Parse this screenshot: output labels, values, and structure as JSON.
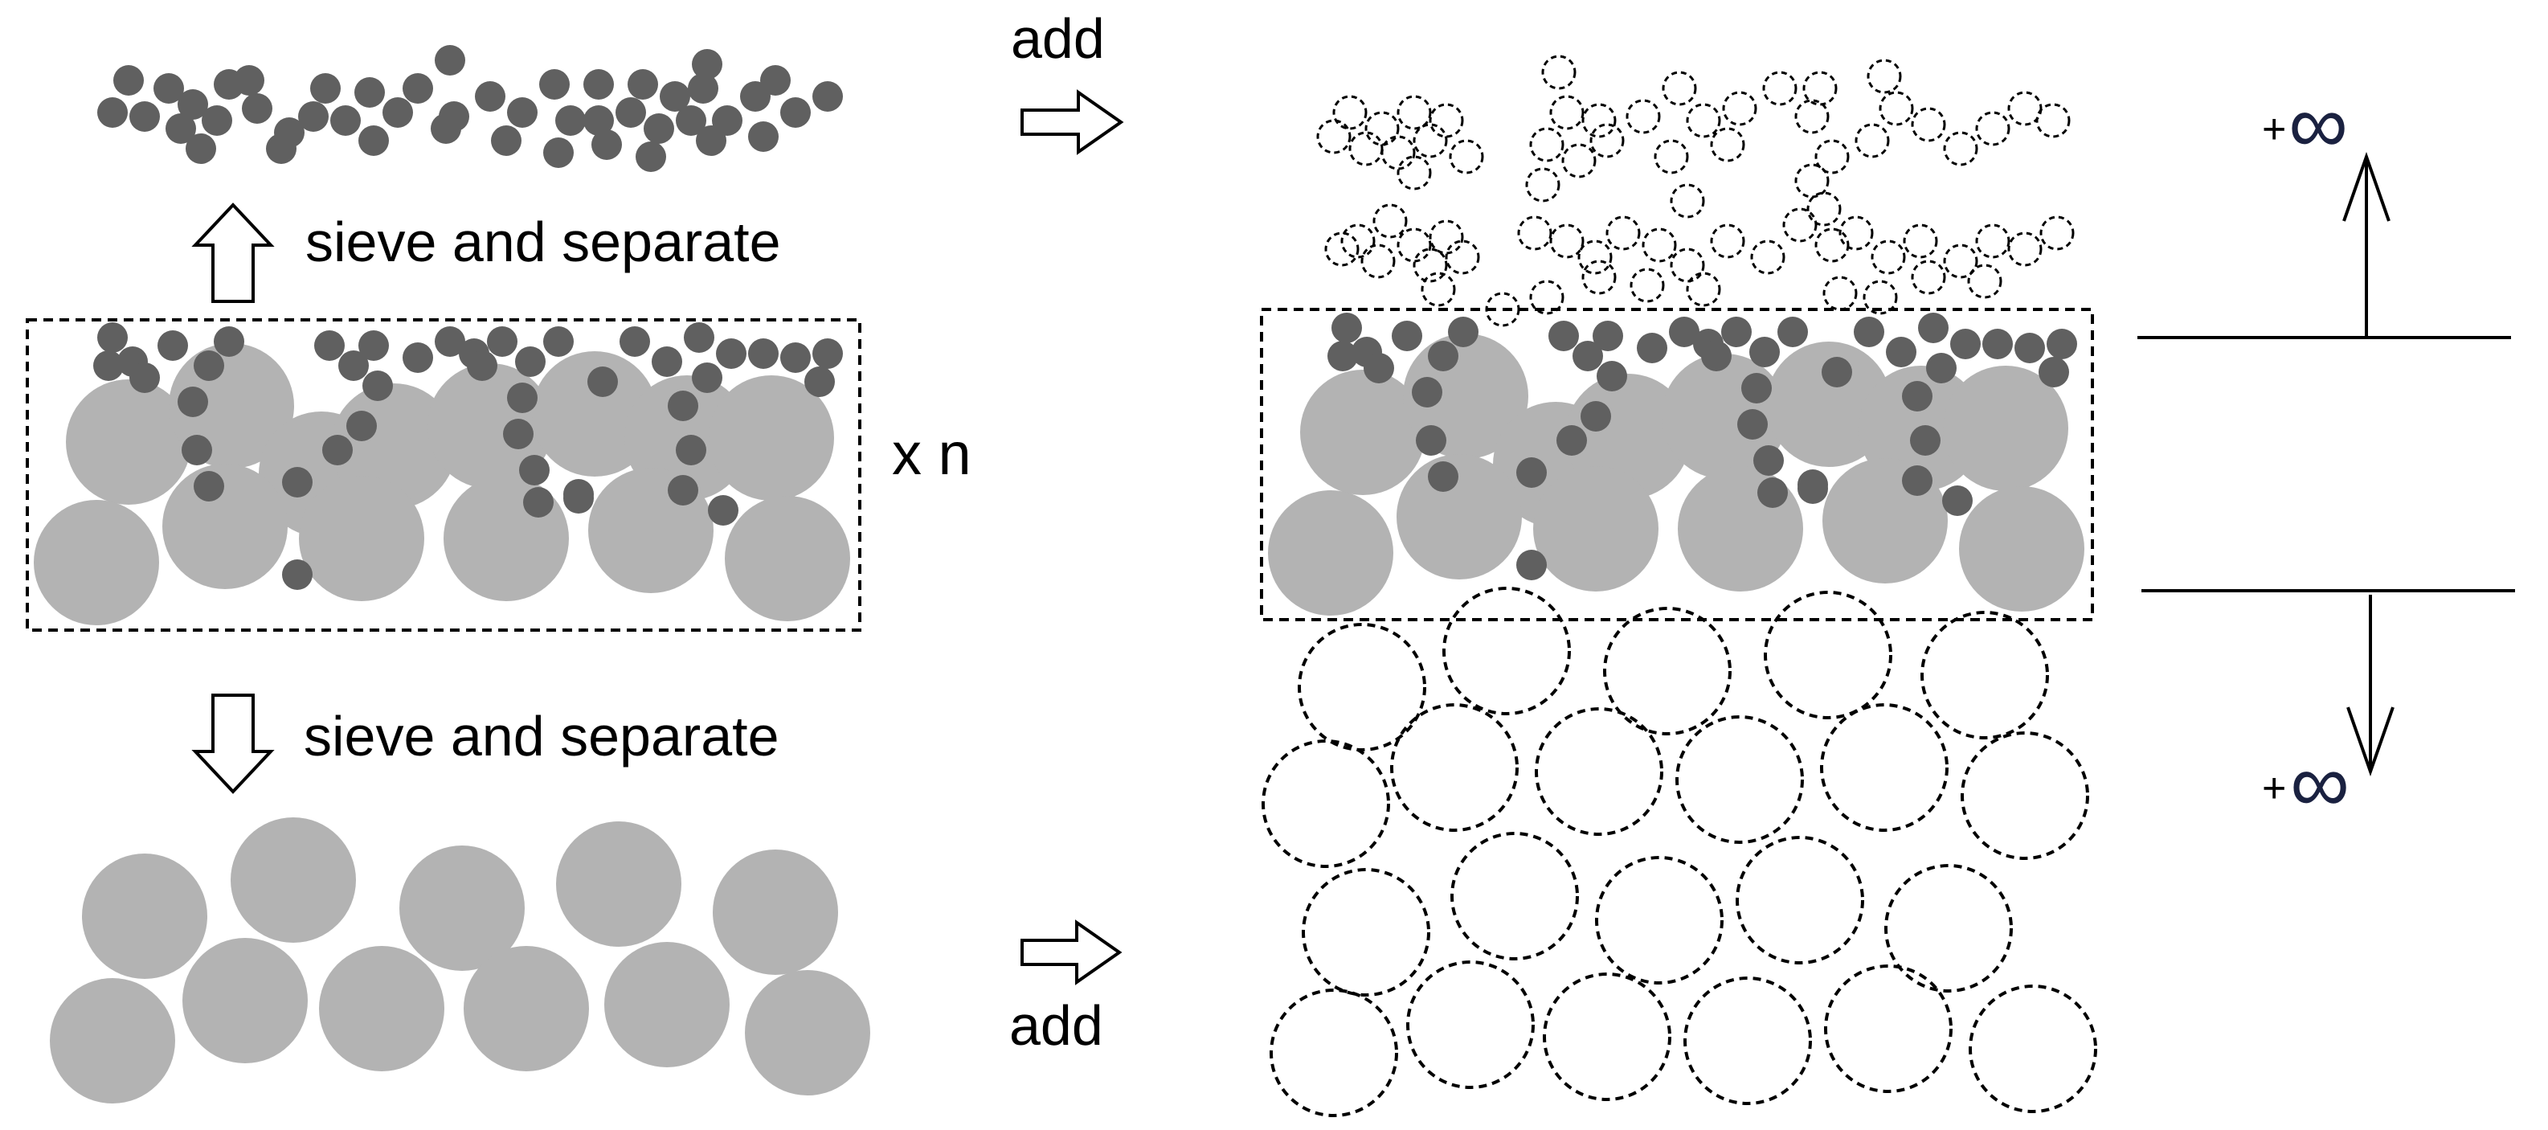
{
  "labels": {
    "add_top": "add",
    "add_bottom": "add",
    "sieve_top": "sieve and separate",
    "sieve_bottom": "sieve and separate",
    "repeat": "x n",
    "plus": "+",
    "infinity": "∞"
  },
  "colors": {
    "small_particle": "#606060",
    "large_particle": "#b3b3b3",
    "outline": "#000000",
    "infinity": "#1a2140"
  }
}
